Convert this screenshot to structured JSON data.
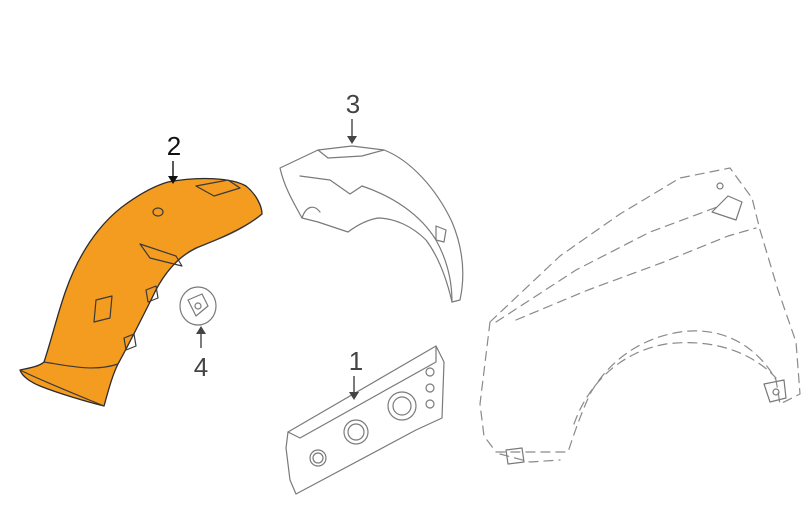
{
  "callouts": [
    {
      "id": "part-2",
      "label": "2",
      "highlighted": true
    },
    {
      "id": "part-3",
      "label": "3",
      "highlighted": false
    },
    {
      "id": "part-1",
      "label": "1",
      "highlighted": false
    },
    {
      "id": "part-4",
      "label": "4",
      "highlighted": false
    }
  ],
  "colors": {
    "highlight_fill": "#f39c1f",
    "highlight_stroke": "#2b2b2b",
    "line_art": "#7a7a7a",
    "background": "#ffffff"
  }
}
